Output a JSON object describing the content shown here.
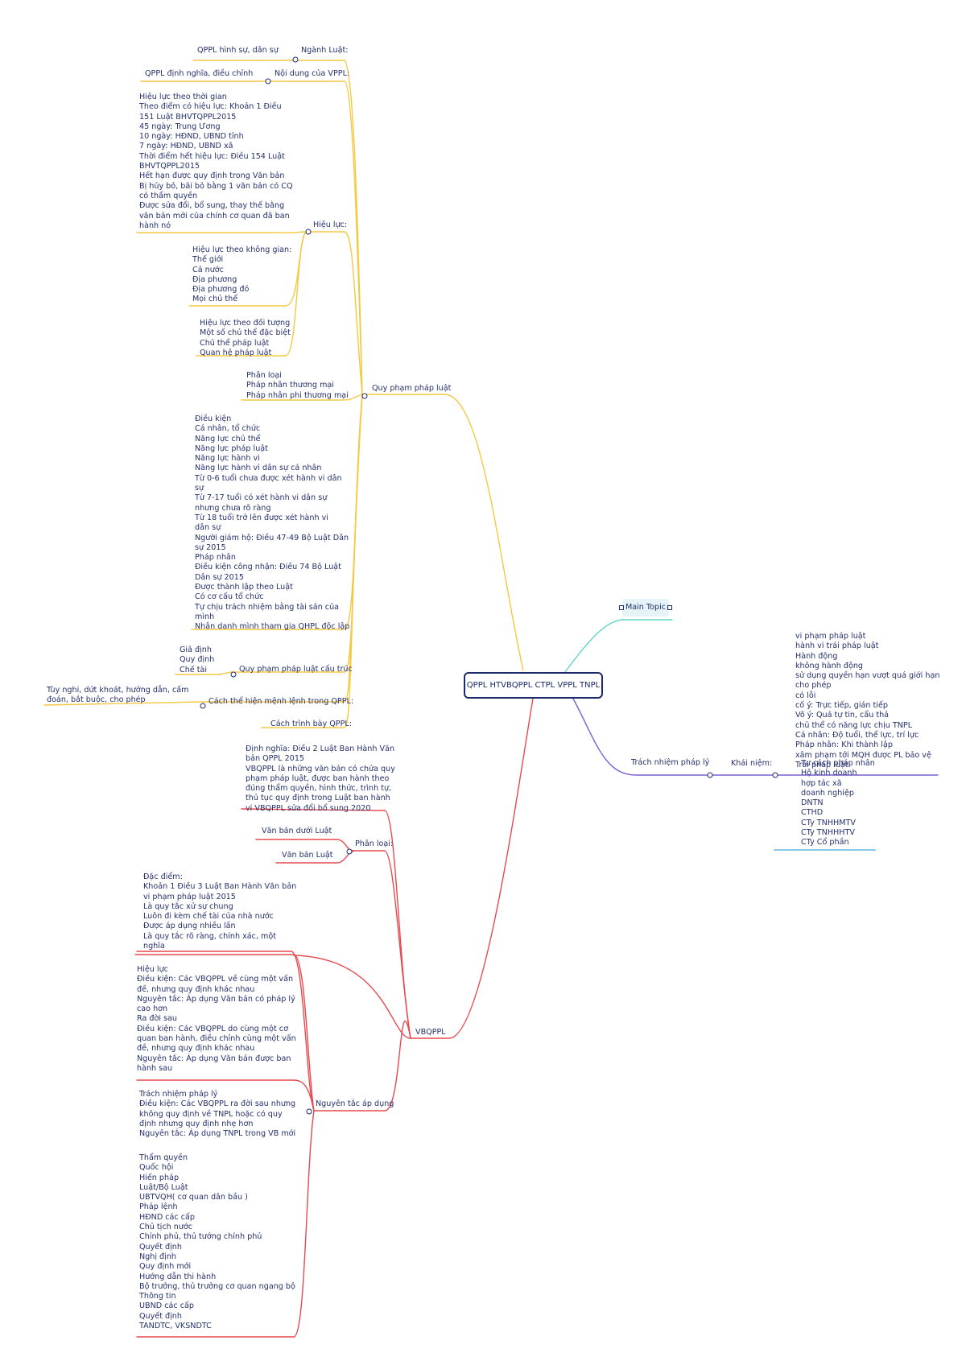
{
  "colors": {
    "qppl": "#f5c842",
    "vbqppl": "#e8494f",
    "tnpl": "#7a5fd6",
    "main_topic": "#5fd6c8",
    "tu_cach": "#5fb6e0",
    "central_border": "#1b2a6b",
    "text": "#24306b"
  },
  "central": {
    "label": "QPPL HTVBQPPL CTPL VPPL TNPL"
  },
  "main_topic": {
    "label": "Main Topic"
  },
  "qppl": {
    "label": "Quy phạm pháp luật",
    "nganh_luat": {
      "label": "Ngành Luật:",
      "child": "QPPL hình sự, dân sự"
    },
    "noi_dung": {
      "label": "Nội dung của VPPL:",
      "child": "QPPL định nghĩa, điều chỉnh"
    },
    "hieu_luc": {
      "label": "Hiệu lực:",
      "thoi_gian": [
        "Hiệu lực theo thời gian",
        "Theo điểm có hiệu lực: Khoản 1 Điều",
        "151 Luật BHVTQPPL2015",
        "45 ngày: Trung Ương",
        "10 ngày: HĐND, UBND tỉnh",
        "7 ngày: HĐND, UBND xã",
        "Thời điểm hết hiệu lực: Điều 154 Luật",
        "BHVTQPPL2015",
        "Hết hạn được quy định trong Văn bản",
        "Bị hủy bỏ, bãi bỏ bằng 1 văn bản có CQ",
        "có thẩm quyền",
        "Được sửa đổi, bổ sung, thay thế bằng",
        "văn bản mới của chính cơ quan đã ban",
        "hành nó"
      ],
      "khong_gian": [
        "Hiệu lực theo không gian:",
        "Thế giới",
        "Cả nước",
        "Địa phương",
        "Địa phương đó",
        "Mọi chủ thể"
      ],
      "doi_tuong": [
        "Hiệu lực theo đối tượng",
        "Một số chủ thể đặc biệt",
        "Chủ thể pháp luật",
        "Quan hệ pháp luật"
      ]
    },
    "phan_loai": [
      "Phân loại",
      "Pháp nhân thương mại",
      "Pháp nhân phi thương mại"
    ],
    "dieu_kien": [
      "Điều kiện",
      "Cá nhân, tổ chức",
      "Năng lực chủ thể",
      "Năng lực pháp luật",
      "Năng lực hành vi",
      "Năng lực hành vi dân sự cá nhân",
      "Từ 0-6 tuổi chưa được xét hành vi dân",
      "sự",
      "Từ 7-17 tuổi có xét hành vi dân sự",
      "nhưng chưa rõ ràng",
      "Từ 18 tuổi trở lên được xét hành vi",
      "dân sự",
      "Người giám hộ: Điều 47-49 Bộ Luật Dân",
      "sự 2015",
      "Pháp nhân",
      "Điều kiện công nhận: Điều 74 Bộ Luật",
      "Dân sự 2015",
      "Được thành lập theo Luật",
      "Có cơ cấu tổ chức",
      "Tự chịu trách nhiệm bằng tài sản của",
      "mình",
      "Nhân danh mình tham gia QHPL độc lập"
    ],
    "cau_truc": {
      "label": "Quy phạm pháp luật cấu trúc",
      "children": [
        "Giả định",
        "Quy định",
        "Chế tài"
      ]
    },
    "menh_lenh": {
      "label": "Cách thể hiện mệnh lệnh trong QPPL:",
      "children": [
        "Tùy nghi, dứt khoát, hướng dẫn, cấm",
        "đoán, bắt buộc, cho phép"
      ]
    },
    "trinh_bay": {
      "label": "Cách trình bày QPPL:"
    }
  },
  "vbqppl": {
    "label": "VBQPPL",
    "dinh_nghia": [
      "Định nghĩa: Điều 2 Luật Ban Hành Văn",
      "bản QPPL 2015",
      "VBQPPL là những văn bản có chứa quy",
      "phạm pháp luật, được ban hành theo",
      "đúng thẩm quyền, hình thức, trình tự,",
      "thủ tục quy định trong Luật ban hành",
      "vi VBQPPL sửa đổi bổ sung 2020"
    ],
    "phan_loai": {
      "label": "Phân loại:",
      "children": [
        "Văn bản dưới Luật",
        "Văn bản Luật"
      ]
    },
    "dac_diem": [
      "Đặc điểm:",
      "Khoản 1 Điều 3 Luật Ban Hành Văn bản",
      "vi phạm pháp luật 2015",
      "Là quy tắc xử sự chung",
      "Luôn đi kèm chế tài của nhà nước",
      "Được áp dụng nhiều lần",
      "Là quy tắc rõ ràng, chính xác, một",
      "nghĩa"
    ],
    "nguyen_tac": {
      "label": "Nguyên tắc áp dụng",
      "hieu_luc": [
        "Hiệu lực",
        "Điều kiện: Các VBQPPL về cùng một vấn",
        "đề, nhưng quy định khác nhau",
        "Nguyên tắc: Áp dụng Văn bản có pháp lý",
        "cao hơn",
        "Ra đời sau",
        "Điều kiện: Các VBQPPL do cùng một cơ",
        "quan ban hành, điều chỉnh cùng một vấn",
        "đề, nhưng quy định khác nhau",
        "Nguyên tắc: Áp dụng Văn bản được ban",
        "hành sau"
      ],
      "trach_nhiem": [
        "Trách nhiệm pháp lý",
        "Điều kiện: Các VBQPPL ra đời sau nhưng",
        "không quy định về TNPL hoặc có quy",
        "định nhưng quy định nhẹ hơn",
        "Nguyên tắc: Áp dụng TNPL trong VB mới"
      ],
      "tham_quyen": [
        "Thẩm quyền",
        "Quốc hội",
        "Hiến pháp",
        "Luật/Bộ Luật",
        "UBTVQH( cơ quan dân bầu )",
        "Pháp lệnh",
        "HĐND các cấp",
        "Chủ tịch nước",
        "Chính phủ, thủ tướng chính phủ",
        "Quyết định",
        "Nghị định",
        "Quy định mới",
        "Hướng dẫn thi hành",
        "Bộ trưởng, thủ trưởng cơ quan ngang bộ",
        "Thông tin",
        "UBND các cấp",
        "Quyết định",
        "TANDTC, VKSNDTC"
      ]
    }
  },
  "tnpl": {
    "label": "Trách nhiệm pháp lý",
    "khai_niem": {
      "label": "Khái niệm:",
      "children": [
        "vi phạm pháp luật",
        "hành vi trái pháp luật",
        "Hành động",
        "không hành động",
        "sử dụng quyền hạn vượt quá giới hạn",
        "cho phép",
        "có lỗi",
        "cố ý: Trực tiếp, gián tiếp",
        "Vô ý: Quá tự tin, cẩu thả",
        "chủ thể có năng lực chịu TNPL",
        "Cá nhân: Độ tuổi, thể lực, trí lực",
        "Pháp nhân: Khi thành lập",
        "xâm phạm tới MQH được PL bảo vệ",
        "Trái pháp luật:"
      ],
      "tu_cach": [
        "Tư cách pháp nhân",
        "Hộ kinh doanh",
        "hợp tác xã",
        "doanh nghiệp",
        "DNTN",
        "CTHD",
        "CTy TNHHMTV",
        "CTy TNHHHTV",
        "CTy Cổ phần"
      ]
    }
  }
}
